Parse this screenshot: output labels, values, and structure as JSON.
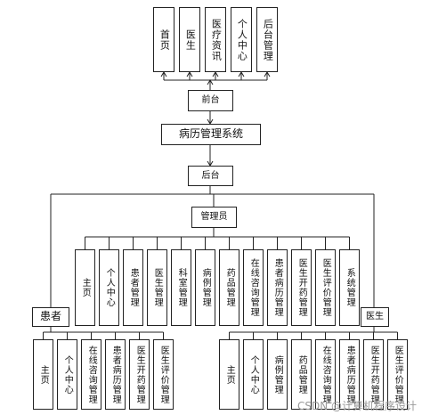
{
  "top_modules": [
    "首页",
    "医生",
    "医疗资讯",
    "个人中心",
    "后台管理"
  ],
  "frontend": "前台",
  "system": "病历管理系统",
  "backend": "后台",
  "admin": "管理员",
  "admin_modules": [
    "主页",
    "个人中心",
    "患者管理",
    "医生管理",
    "科室管理",
    "病例管理",
    "药品管理",
    "在线咨询管理",
    "患者病历管理",
    "医生开药管理",
    "医生评价管理",
    "系统管理"
  ],
  "patient": "患者",
  "patient_modules": [
    "主页",
    "个人中心",
    "在线咨询管理",
    "患者病历管理",
    "医生开药管理",
    "医生评价管理"
  ],
  "doctor": "医生",
  "doctor_modules": [
    "主页",
    "个人中心",
    "病例管理",
    "药品管理",
    "在线咨询管理",
    "患者病历管理",
    "医生开药管理",
    "医生评价管理"
  ],
  "watermark": "CSDN @计算机程序设计"
}
